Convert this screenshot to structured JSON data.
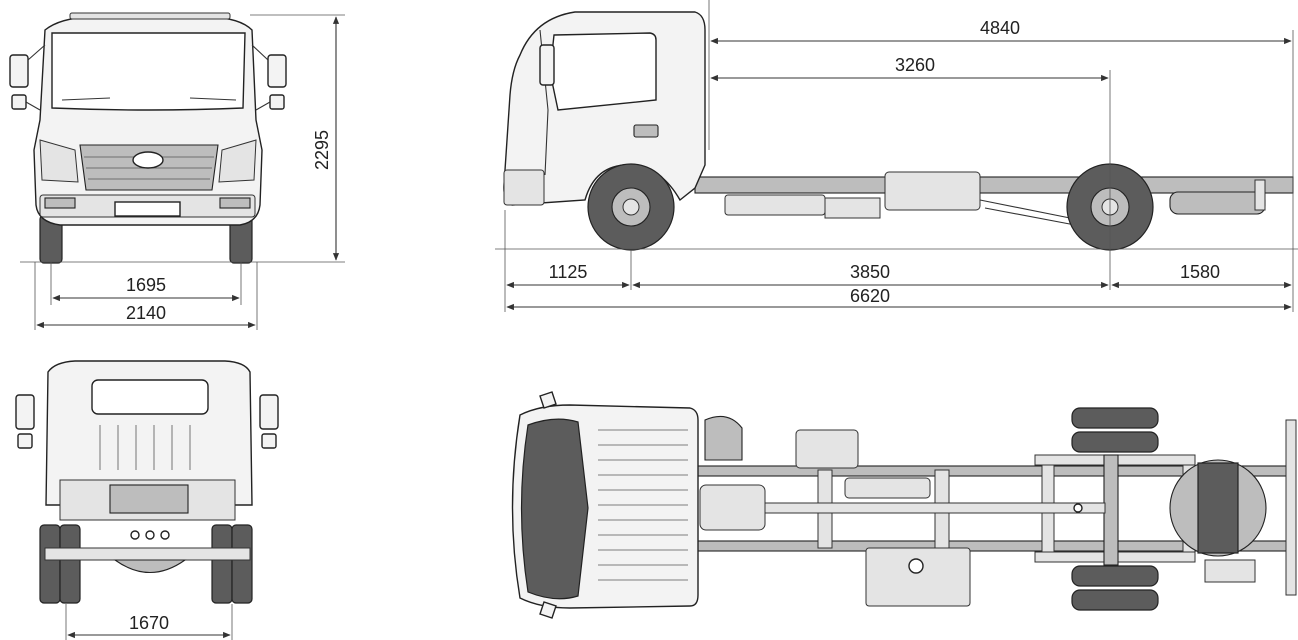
{
  "dimensions": {
    "front_height": "2295",
    "front_track": "1695",
    "front_width": "2140",
    "rear_track": "1670",
    "cab_to_rear_end": "4840",
    "cab_to_rear_axle": "3260",
    "front_overhang": "1125",
    "wheelbase": "3850",
    "rear_overhang": "1580",
    "overall_length": "6620"
  }
}
